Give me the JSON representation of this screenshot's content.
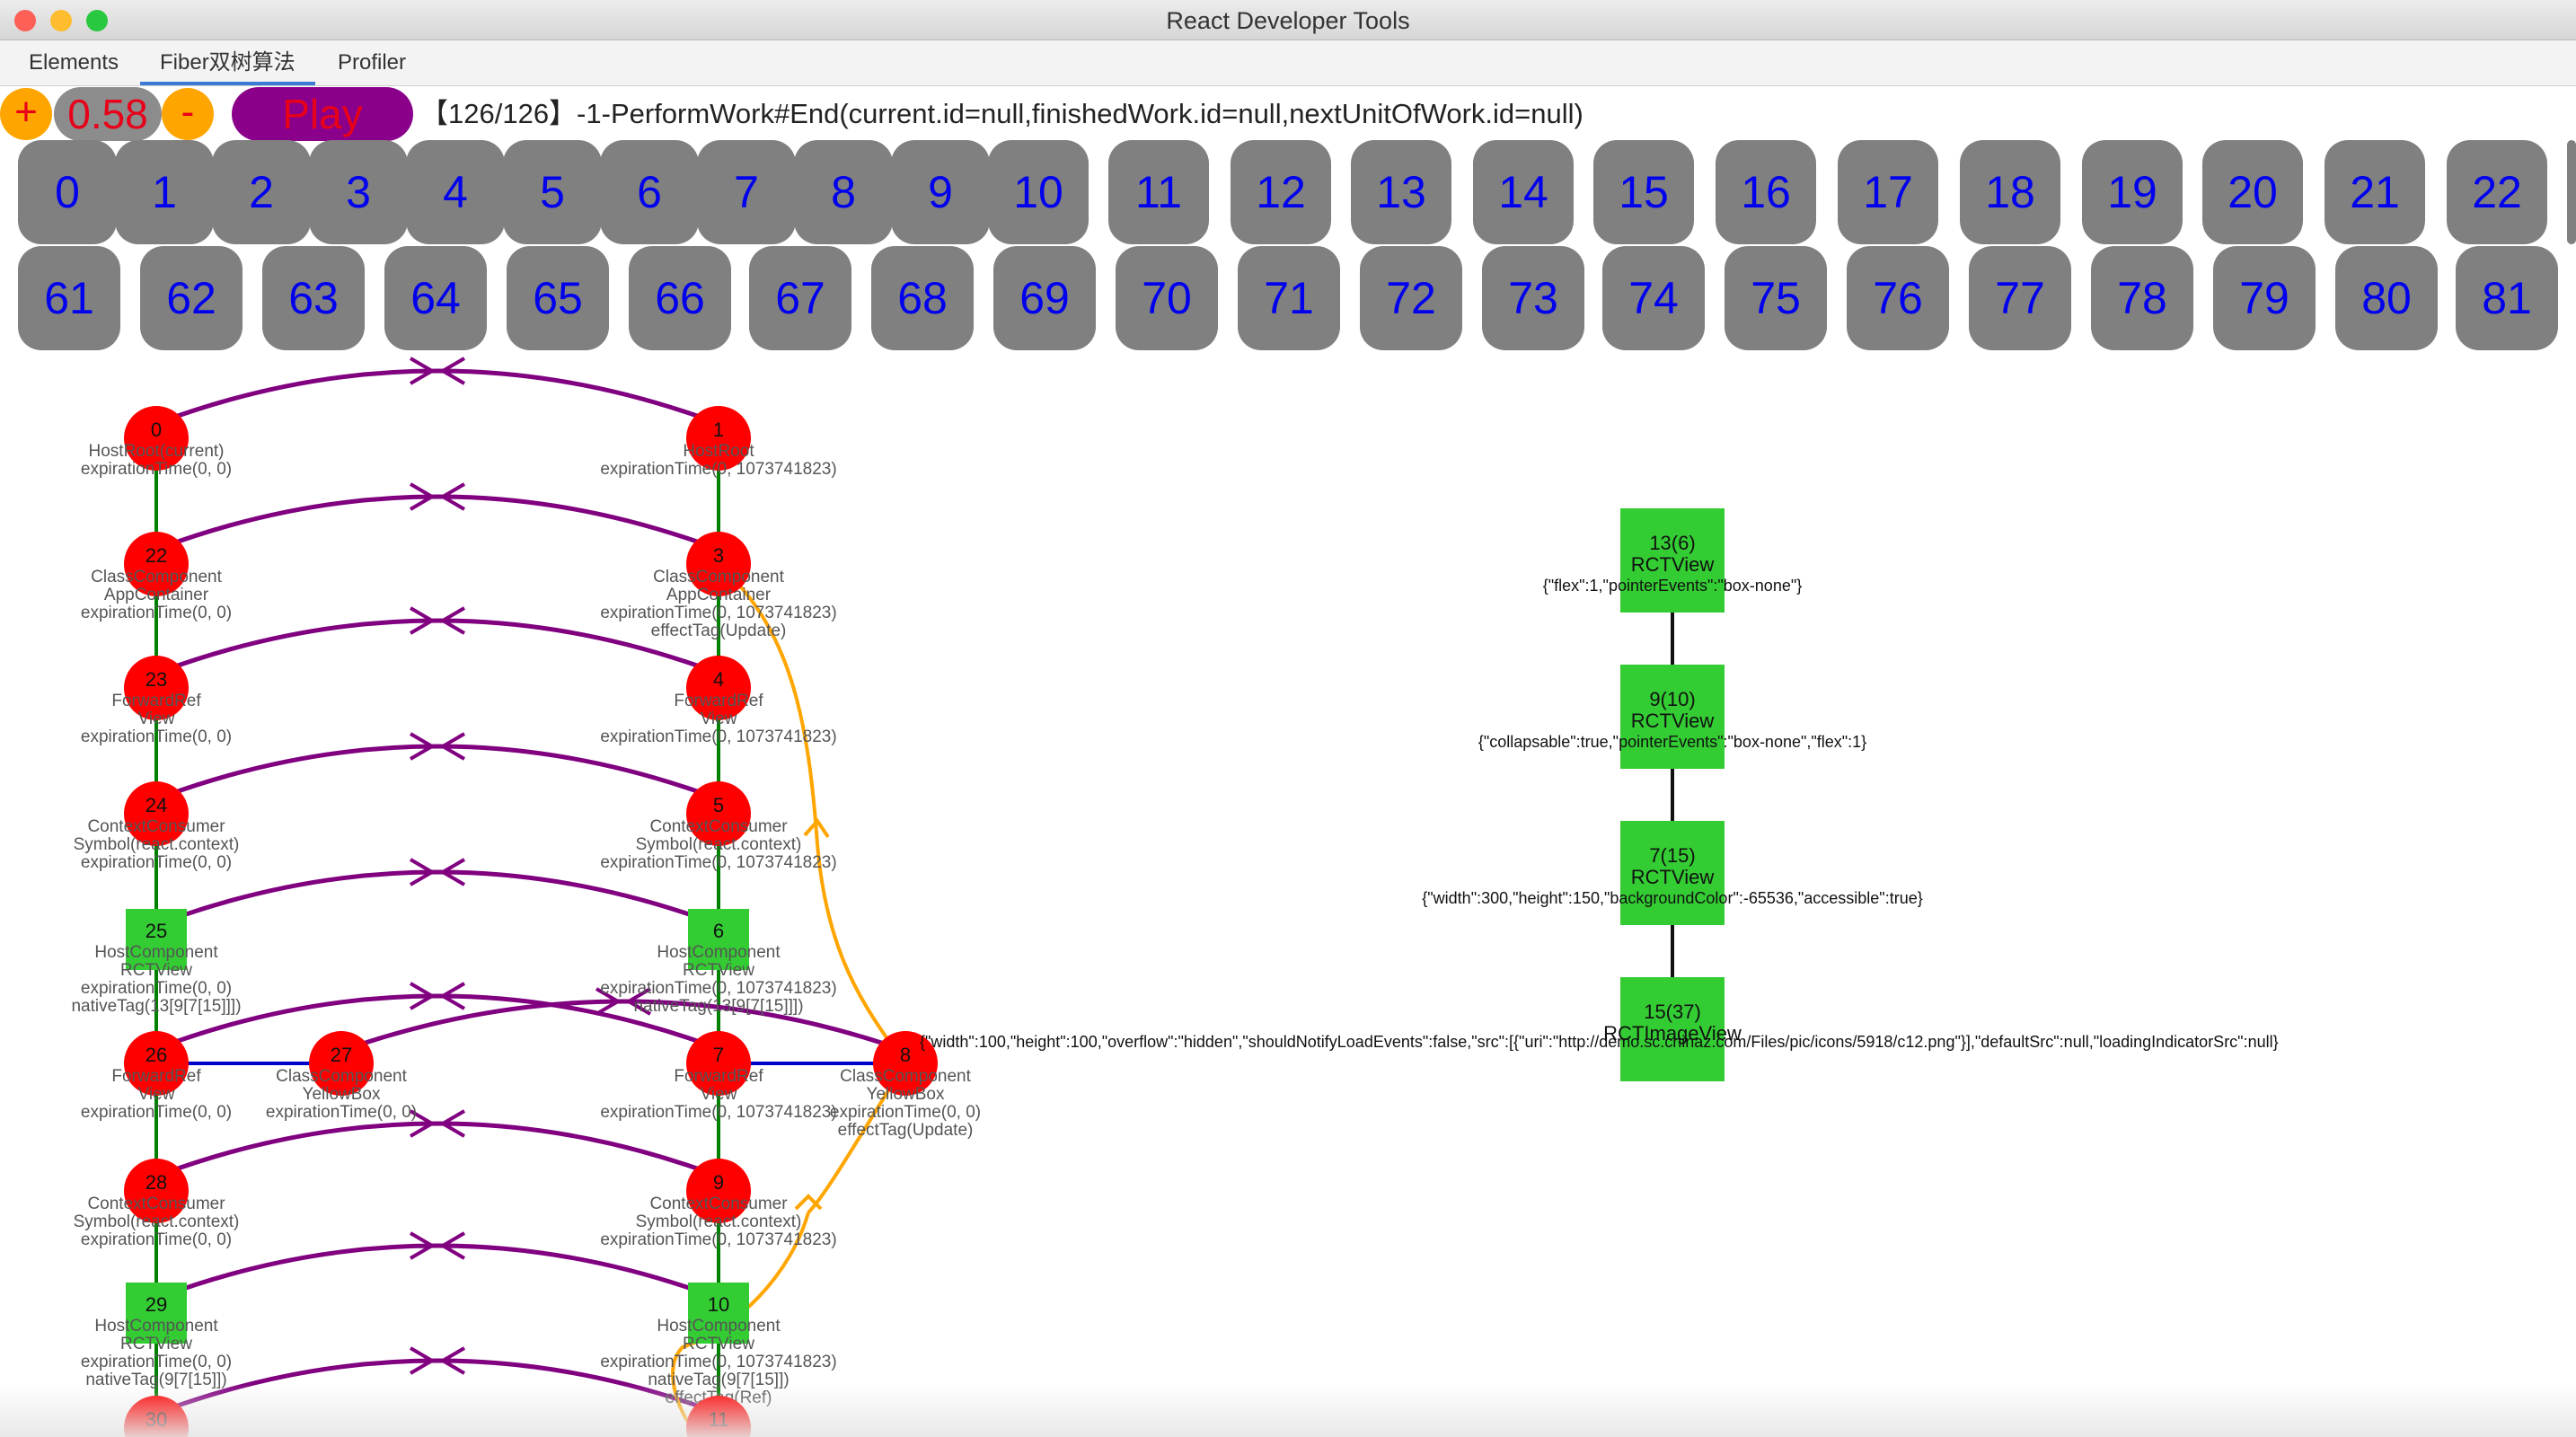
{
  "window": {
    "title": "React Developer Tools",
    "colors": {
      "close": "#fe5f57",
      "minimize": "#febc2e",
      "zoom": "#28c840"
    }
  },
  "tabs": [
    {
      "label": "Elements",
      "active": false
    },
    {
      "label": "Fiber双树算法",
      "active": true
    },
    {
      "label": "Profiler",
      "active": false
    }
  ],
  "controls": {
    "plus_label": "+",
    "speed": "0.58",
    "minus_label": "-",
    "play_label": "Play",
    "status": "【126/126】-1-PerformWork#End(current.id=null,finishedWork.id=null,nextUnitOfWork.id=null)"
  },
  "step_rows": [
    [
      "0",
      "1",
      "2",
      "3",
      "4",
      "5",
      "6",
      "7",
      "8",
      "9",
      "10",
      "11",
      "12",
      "13",
      "14",
      "15",
      "16",
      "17",
      "18",
      "19",
      "20",
      "21",
      "22"
    ],
    [
      "61",
      "62",
      "63",
      "64",
      "65",
      "66",
      "67",
      "68",
      "69",
      "70",
      "71",
      "72",
      "73",
      "74",
      "75",
      "76",
      "77",
      "78",
      "79",
      "80",
      "81"
    ]
  ],
  "colors": {
    "fiber_class": "#ff0000",
    "fiber_host": "#33cc33",
    "child_edge": "#008000",
    "sibling_edge": "#0000cc",
    "alternate_edge": "#800080",
    "effect_edge": "#ffa500",
    "button_bg": "#808080",
    "button_text": "#0000ee"
  },
  "current_tree": [
    {
      "id": "0",
      "shape": "circle",
      "lines": [
        "HostRoot(current)",
        "expirationTime(0, 0)"
      ]
    },
    {
      "id": "22",
      "shape": "circle",
      "lines": [
        "ClassComponent",
        "AppContainer",
        "expirationTime(0, 0)"
      ]
    },
    {
      "id": "23",
      "shape": "circle",
      "lines": [
        "ForwardRef",
        "View",
        "expirationTime(0, 0)"
      ]
    },
    {
      "id": "24",
      "shape": "circle",
      "lines": [
        "ContextConsumer",
        "Symbol(react.context)",
        "expirationTime(0, 0)"
      ]
    },
    {
      "id": "25",
      "shape": "square",
      "lines": [
        "HostComponent",
        "RCTView",
        "expirationTime(0, 0)",
        "nativeTag(13[9[7[15]]])"
      ]
    },
    {
      "id": "26",
      "shape": "circle",
      "lines": [
        "ForwardRef",
        "View",
        "expirationTime(0, 0)"
      ]
    },
    {
      "id": "27",
      "shape": "circle",
      "lines": [
        "ClassComponent",
        "YellowBox",
        "expirationTime(0, 0)"
      ]
    },
    {
      "id": "28",
      "shape": "circle",
      "lines": [
        "ContextConsumer",
        "Symbol(react.context)",
        "expirationTime(0, 0)"
      ]
    },
    {
      "id": "29",
      "shape": "square",
      "lines": [
        "HostComponent",
        "RCTView",
        "expirationTime(0, 0)",
        "nativeTag(9[7[15]])"
      ]
    },
    {
      "id": "30",
      "shape": "circle",
      "lines": []
    }
  ],
  "work_tree": [
    {
      "id": "1",
      "shape": "circle",
      "lines": [
        "HostRoot",
        "expirationTime(0, 1073741823)"
      ]
    },
    {
      "id": "3",
      "shape": "circle",
      "lines": [
        "ClassComponent",
        "AppContainer",
        "expirationTime(0, 1073741823)",
        "effectTag(Update)"
      ]
    },
    {
      "id": "4",
      "shape": "circle",
      "lines": [
        "ForwardRef",
        "View",
        "expirationTime(0, 1073741823)"
      ]
    },
    {
      "id": "5",
      "shape": "circle",
      "lines": [
        "ContextConsumer",
        "Symbol(react.context)",
        "expirationTime(0, 1073741823)"
      ]
    },
    {
      "id": "6",
      "shape": "square",
      "lines": [
        "HostComponent",
        "RCTView",
        "expirationTime(0, 1073741823)",
        "nativeTag(13[9[7[15]]])"
      ]
    },
    {
      "id": "7",
      "shape": "circle",
      "lines": [
        "ForwardRef",
        "View",
        "expirationTime(0, 1073741823)"
      ]
    },
    {
      "id": "8",
      "shape": "circle",
      "lines": [
        "ClassComponent",
        "YellowBox",
        "expirationTime(0, 0)",
        "effectTag(Update)"
      ]
    },
    {
      "id": "9",
      "shape": "circle",
      "lines": [
        "ContextConsumer",
        "Symbol(react.context)",
        "expirationTime(0, 1073741823)"
      ]
    },
    {
      "id": "10",
      "shape": "square",
      "lines": [
        "HostComponent",
        "RCTView",
        "expirationTime(0, 1073741823)",
        "nativeTag(9[7[15]])",
        "effectTag(Ref)"
      ]
    },
    {
      "id": "11",
      "shape": "circle",
      "lines": []
    }
  ],
  "native_views": [
    {
      "title": "13(6)",
      "type": "RCTView",
      "props": "{\"flex\":1,\"pointerEvents\":\"box-none\"}"
    },
    {
      "title": "9(10)",
      "type": "RCTView",
      "props": "{\"collapsable\":true,\"pointerEvents\":\"box-none\",\"flex\":1}"
    },
    {
      "title": "7(15)",
      "type": "RCTView",
      "props": "{\"width\":300,\"height\":150,\"backgroundColor\":-65536,\"accessible\":true}"
    },
    {
      "title": "15(37)",
      "type": "RCTImageView",
      "props": "{\"width\":100,\"height\":100,\"overflow\":\"hidden\",\"shouldNotifyLoadEvents\":false,\"src\":[{\"uri\":\"http://demo.sc.chinaz.com/Files/pic/icons/5918/c12.png\"}],\"defaultSrc\":null,\"loadingIndicatorSrc\":null}"
    }
  ]
}
